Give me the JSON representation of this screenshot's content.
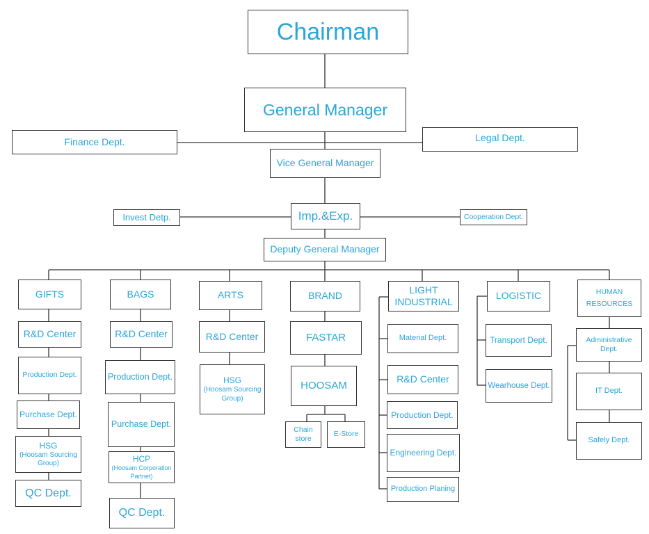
{
  "org": {
    "chairman": "Chairman",
    "general_manager": "General Manager",
    "finance": "Finance Dept.",
    "legal": "Legal Dept.",
    "vice_gm": "Vice General Manager",
    "invest": "Invest Detp.",
    "imp_exp": "Imp.&Exp.",
    "cooperation": "Cooperation Dept.",
    "deputy_gm": "Deputy General Manager",
    "gifts": {
      "title": "GIFTS",
      "rd": "R&D Center",
      "production": "Production Dept.",
      "purchase": "Purchase Dept.",
      "hsg": "HSG",
      "hsg_sub": "(Hoosam Sourcing Group)",
      "qc": "QC Dept."
    },
    "bags": {
      "title": "BAGS",
      "rd": "R&D Center",
      "production": "Production Dept.",
      "purchase": "Purchase Dept.",
      "hcp": "HCP",
      "hcp_sub": "(Hoosam Corporation Partnet)",
      "qc": "QC Dept."
    },
    "arts": {
      "title": "ARTS",
      "rd": "R&D Center",
      "hsg": "HSG",
      "hsg_sub": "(Hoosam Sourcing Group)"
    },
    "brand": {
      "title": "BRAND",
      "fastar": "FASTAR",
      "hoosam": "HOOSAM",
      "chain_store": "Chain store",
      "estore": "E-Store"
    },
    "light": {
      "title_1": "LIGHT",
      "title_2": "INDUSTRIAL",
      "material": "Material Dept.",
      "rd": "R&D Center",
      "production": "Production Dept.",
      "engineering": "Engineering  Dept.",
      "planning": "Production Planing"
    },
    "logistic": {
      "title": "LOGISTIC",
      "transport": "Transport  Dept.",
      "warehouse": "Wearhouse Dept."
    },
    "hr": {
      "title_1": "HUMAN",
      "title_2": "RESOURCES",
      "admin": "Administrative Dept.",
      "it": "IT Dept.",
      "safety": "Safely Dept."
    }
  },
  "colors": {
    "text": "#2aa6d8",
    "border": "#333333",
    "line": "#333333"
  }
}
